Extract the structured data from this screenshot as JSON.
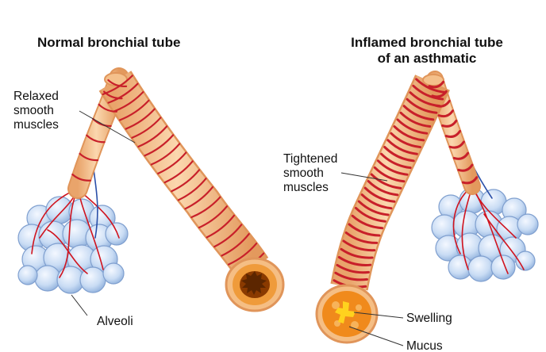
{
  "titles": {
    "normal": "Normal bronchial tube",
    "inflamed": "Inflamed bronchial tube\nof an asthmatic"
  },
  "labels": {
    "relaxed": "Relaxed\nsmooth\nmuscles",
    "tightened": "Tightened\nsmooth\nmuscles",
    "alveoli": "Alveoli",
    "swelling": "Swelling",
    "mucus": "Mucus"
  },
  "colors": {
    "tube": "#f6c48e",
    "tube_edge": "#e0955a",
    "muscle": "#c8202a",
    "alveoli": "#c9dcf4",
    "alveoli_edge": "#7f9fcf",
    "vessel_red": "#d0141f",
    "vessel_blue": "#2a4fa8",
    "swelling": "#f08a1c",
    "mucus": "#ffd21e",
    "lumen": "#8a3a00"
  }
}
